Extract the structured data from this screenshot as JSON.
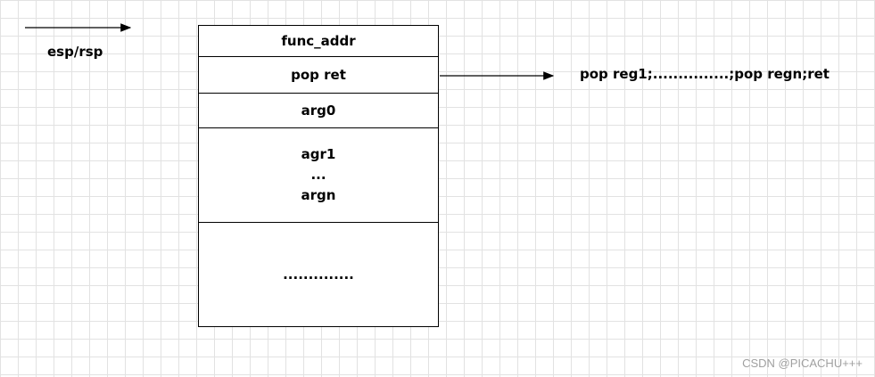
{
  "pointer_label": "esp/rsp",
  "stack_cells": [
    {
      "lines": [
        "func_addr"
      ]
    },
    {
      "lines": [
        "pop ret"
      ]
    },
    {
      "lines": [
        "arg0"
      ]
    },
    {
      "lines": [
        "agr1",
        "...",
        "argn"
      ]
    },
    {
      "lines": [
        ".............."
      ]
    }
  ],
  "gadget_label": "pop reg1;...............;pop  regn;ret",
  "watermark": "CSDN @PICACHU+++"
}
